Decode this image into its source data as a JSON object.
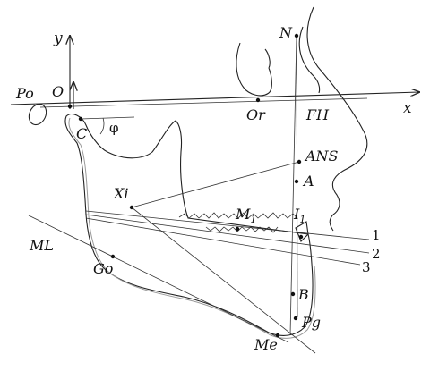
{
  "labels": {
    "y": "y",
    "x": "x",
    "N": "N",
    "Po": "Po",
    "O": "O",
    "Or": "Or",
    "FH": "FH",
    "C": "C",
    "phi": "φ",
    "ANS": "ANS",
    "A": "A",
    "Xi": "Xi",
    "M1": "M",
    "M1_sub": "1",
    "I1": "I",
    "I1_sub": "1",
    "line1": "1",
    "line2": "2",
    "line3": "3",
    "ML": "ML",
    "Go": "Go",
    "B": "B",
    "Pg": "Pg",
    "Me": "Me"
  }
}
